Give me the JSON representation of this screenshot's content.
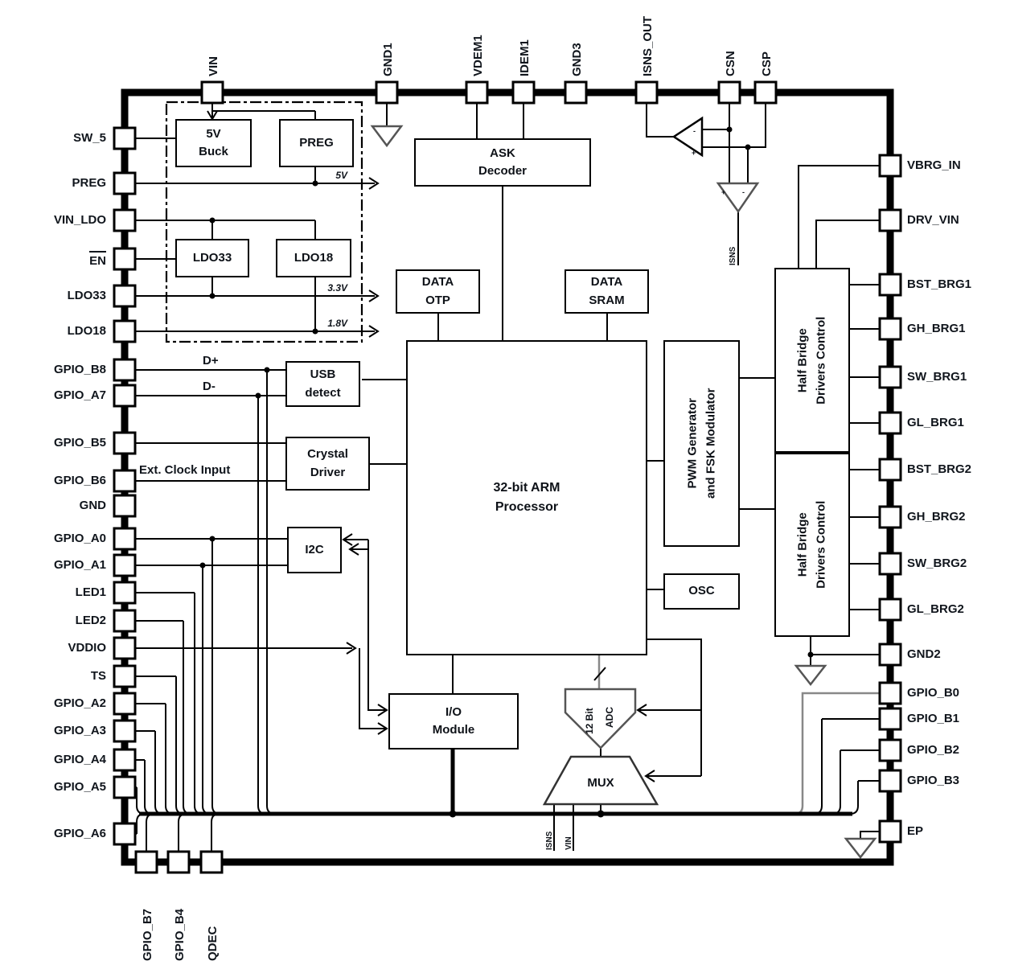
{
  "pins": {
    "top": [
      {
        "label": "VIN"
      },
      {
        "label": "GND1"
      },
      {
        "label": "VDEM1"
      },
      {
        "label": "IDEM1"
      },
      {
        "label": "GND3"
      },
      {
        "label": "ISNS_OUT"
      },
      {
        "label": "CSN"
      },
      {
        "label": "CSP"
      }
    ],
    "left": [
      {
        "label": "SW_5"
      },
      {
        "label": "PREG"
      },
      {
        "label": "VIN_LDO"
      },
      {
        "label": "EN",
        "overline": true
      },
      {
        "label": "LDO33"
      },
      {
        "label": "LDO18"
      },
      {
        "label": "GPIO_B8"
      },
      {
        "label": "GPIO_A7"
      },
      {
        "label": "GPIO_B5"
      },
      {
        "label": "GPIO_B6"
      },
      {
        "label": "GND"
      },
      {
        "label": "GPIO_A0"
      },
      {
        "label": "GPIO_A1"
      },
      {
        "label": "LED1"
      },
      {
        "label": "LED2"
      },
      {
        "label": "VDDIO"
      },
      {
        "label": "TS"
      },
      {
        "label": "GPIO_A2"
      },
      {
        "label": "GPIO_A3"
      },
      {
        "label": "GPIO_A4"
      },
      {
        "label": "GPIO_A5"
      },
      {
        "label": "GPIO_A6"
      }
    ],
    "right": [
      {
        "label": "VBRG_IN"
      },
      {
        "label": "DRV_VIN"
      },
      {
        "label": "BST_BRG1"
      },
      {
        "label": "GH_BRG1"
      },
      {
        "label": "SW_BRG1"
      },
      {
        "label": "GL_BRG1"
      },
      {
        "label": "BST_BRG2"
      },
      {
        "label": "GH_BRG2"
      },
      {
        "label": "SW_BRG2"
      },
      {
        "label": "GL_BRG2"
      },
      {
        "label": "GND2"
      },
      {
        "label": "GPIO_B0"
      },
      {
        "label": "GPIO_B1"
      },
      {
        "label": "GPIO_B2"
      },
      {
        "label": "GPIO_B3"
      },
      {
        "label": "EP"
      }
    ],
    "bottom": [
      {
        "label": "GPIO_B7"
      },
      {
        "label": "GPIO_B4"
      },
      {
        "label": "QDEC"
      }
    ]
  },
  "blocks": {
    "buck": {
      "lines": [
        "5V",
        "Buck"
      ]
    },
    "preg": {
      "lines": [
        "PREG"
      ]
    },
    "ldo33": {
      "lines": [
        "LDO33"
      ]
    },
    "ldo18": {
      "lines": [
        "LDO18"
      ]
    },
    "ask": {
      "lines": [
        "ASK",
        "Decoder"
      ]
    },
    "data_otp": {
      "lines": [
        "DATA",
        "OTP"
      ]
    },
    "data_sram": {
      "lines": [
        "DATA",
        "SRAM"
      ]
    },
    "usb": {
      "lines": [
        "USB",
        "detect"
      ]
    },
    "crystal": {
      "lines": [
        "Crystal",
        "Driver"
      ]
    },
    "i2c": {
      "lines": [
        "I2C"
      ]
    },
    "arm": {
      "lines": [
        "32-bit ARM",
        "Processor"
      ]
    },
    "pwm": {
      "lines": [
        "PWM Generator",
        "and FSK Modulator"
      ]
    },
    "osc": {
      "lines": [
        "OSC"
      ]
    },
    "hb1": {
      "lines": [
        "Half Bridge",
        "Drivers Control"
      ]
    },
    "hb2": {
      "lines": [
        "Half Bridge",
        "Drivers Control"
      ]
    },
    "io": {
      "lines": [
        "I/O",
        "Module"
      ]
    },
    "adc": {
      "lines": [
        "12 Bit",
        "ADC"
      ]
    },
    "mux": {
      "lines": [
        "MUX"
      ]
    }
  },
  "wire_labels": {
    "v5": "5V",
    "v33": "3.3V",
    "v18": "1.8V",
    "d_plus": "D+",
    "d_minus": "D-",
    "ext_clock": "Ext. Clock Input",
    "isns_amp": "ISNS",
    "mux_isns": "ISNS",
    "mux_vin": "VIN"
  },
  "colors": {
    "line": "#000000",
    "gray_line": "#888888",
    "text": "#10151c",
    "background": "#ffffff"
  }
}
